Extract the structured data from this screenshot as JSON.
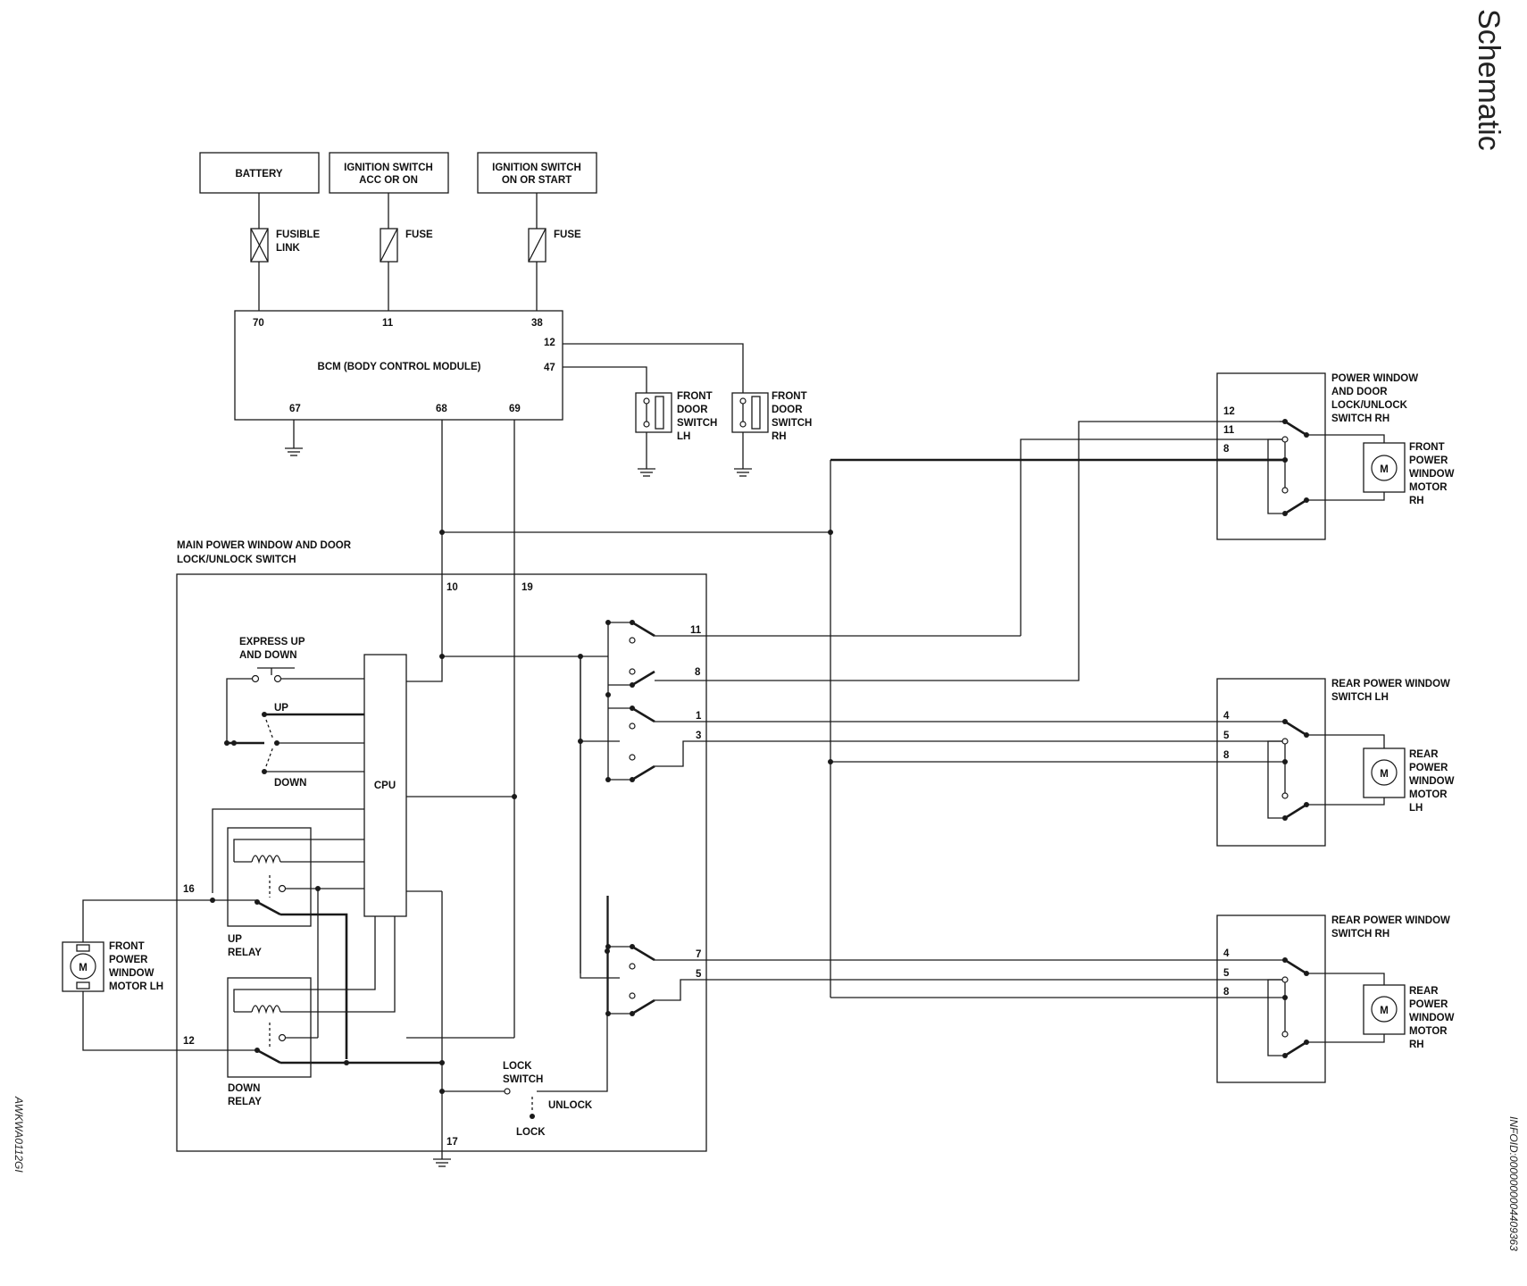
{
  "page": {
    "title": "Schematic",
    "figure_code": "AWKWA0112GI",
    "info_id": "INFOID:0000000004409363"
  },
  "power_sources": {
    "battery": "BATTERY",
    "ign_acc_line1": "IGNITION SWITCH",
    "ign_acc_line2": "ACC OR ON",
    "ign_on_line1": "IGNITION SWITCH",
    "ign_on_line2": "ON OR START"
  },
  "fuses": {
    "fusible_link_line1": "FUSIBLE",
    "fusible_link_line2": "LINK",
    "fuse_1": "FUSE",
    "fuse_2": "FUSE"
  },
  "bcm": {
    "label": "BCM (BODY CONTROL MODULE)",
    "pins": [
      "70",
      "11",
      "38",
      "12",
      "47",
      "67",
      "68",
      "69"
    ]
  },
  "door_switches": {
    "lh": [
      "FRONT",
      "DOOR",
      "SWITCH",
      "LH"
    ],
    "rh": [
      "FRONT",
      "DOOR",
      "SWITCH",
      "RH"
    ]
  },
  "main_switch": {
    "title_line1": "MAIN POWER WINDOW AND DOOR",
    "title_line2": "LOCK/UNLOCK SWITCH",
    "pins": [
      "10",
      "19",
      "16",
      "12",
      "17",
      "11",
      "8",
      "1",
      "3",
      "7",
      "5"
    ],
    "express_line1": "EXPRESS UP",
    "express_line2": "AND DOWN",
    "up": "UP",
    "down": "DOWN",
    "cpu": "CPU",
    "up_relay": [
      "UP",
      "RELAY"
    ],
    "down_relay": [
      "DOWN",
      "RELAY"
    ],
    "lock_switch": [
      "LOCK",
      "SWITCH"
    ],
    "unlock": "UNLOCK",
    "lock": "LOCK"
  },
  "front_motor_lh": {
    "symbol": "M",
    "label": [
      "FRONT",
      "POWER",
      "WINDOW",
      "MOTOR LH"
    ]
  },
  "rh_front_switch": {
    "title": [
      "POWER WINDOW",
      "AND DOOR",
      "LOCK/UNLOCK",
      "SWITCH RH"
    ],
    "pins": [
      "12",
      "11",
      "8"
    ],
    "motor_symbol": "M",
    "motor_label": [
      "FRONT",
      "POWER",
      "WINDOW",
      "MOTOR",
      "RH"
    ]
  },
  "rear_lh_switch": {
    "title": [
      "REAR POWER WINDOW",
      "SWITCH LH"
    ],
    "pins": [
      "4",
      "5",
      "8"
    ],
    "motor_symbol": "M",
    "motor_label": [
      "REAR",
      "POWER",
      "WINDOW",
      "MOTOR",
      "LH"
    ]
  },
  "rear_rh_switch": {
    "title": [
      "REAR POWER WINDOW",
      "SWITCH RH"
    ],
    "pins": [
      "4",
      "5",
      "8"
    ],
    "motor_symbol": "M",
    "motor_label": [
      "REAR",
      "POWER",
      "WINDOW",
      "MOTOR",
      "RH"
    ]
  }
}
